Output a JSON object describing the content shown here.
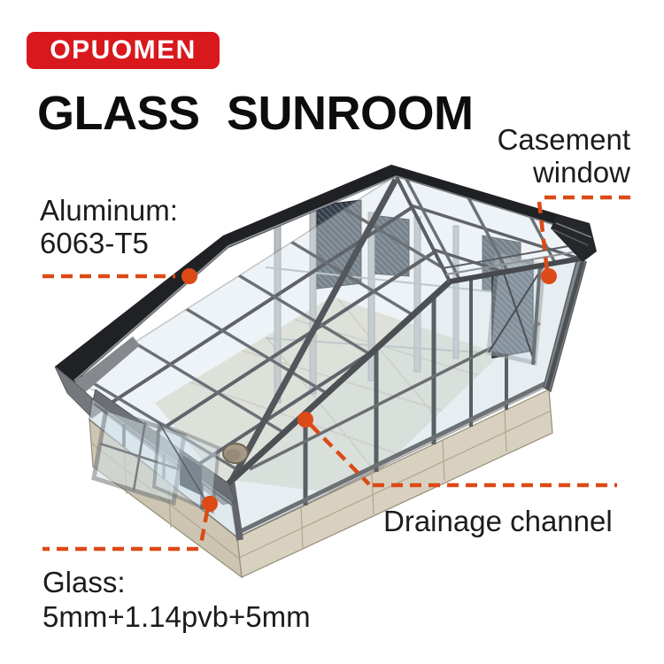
{
  "logo": {
    "text": "OPUOMEN",
    "bg_color": "#d9181e",
    "text_color": "#ffffff"
  },
  "title": {
    "text": "GLASS SUNROOM"
  },
  "annotations": {
    "casement": {
      "text": "Casement\nwindow"
    },
    "aluminum": {
      "text": "Aluminum:\n6063-T5"
    },
    "drainage": {
      "text": "Drainage channel"
    },
    "glass": {
      "text": "Glass:\n5mm+1.14pvb+5mm"
    }
  },
  "colors": {
    "leader_line": "#dc4a17",
    "logo_red": "#d9181e",
    "roof_trim_dark": "#202124",
    "frame_gray": "#6b6e72",
    "glass_tint": "#d3e2e9",
    "stone_base": "#d2cab7",
    "label_text": "#1c1c1c"
  },
  "illustration": {
    "name": "glass-sunroom-3d-render"
  }
}
